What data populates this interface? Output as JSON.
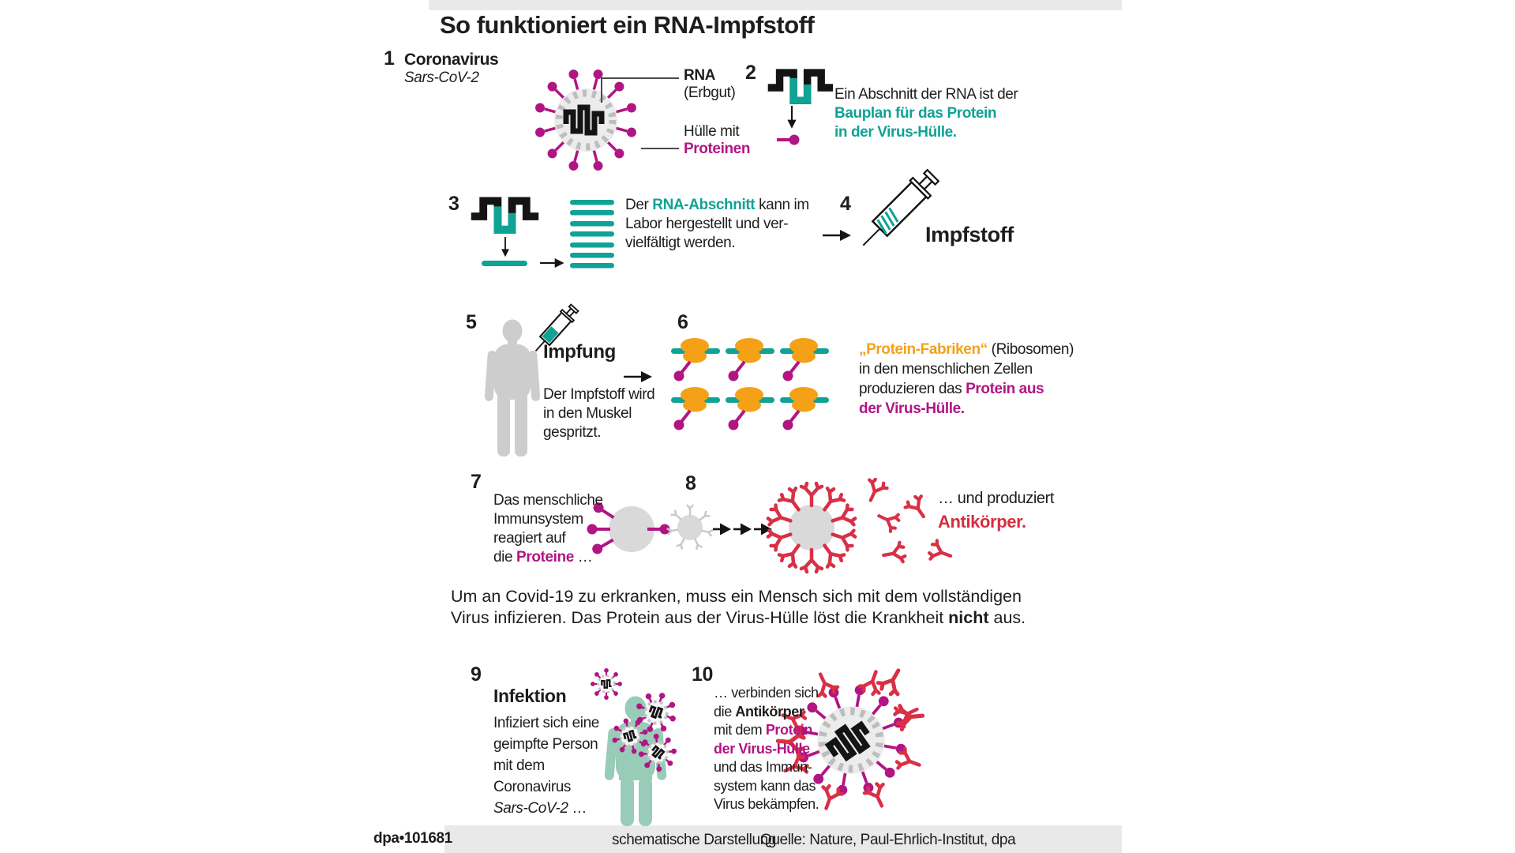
{
  "title": "So funktioniert ein RNA-Impfstoff",
  "steps": {
    "s1": {
      "num": "1",
      "title": "Coronavirus",
      "subtitle": "Sars-CoV-2",
      "label_rna": "RNA",
      "label_rna_sub": "(Erbgut)",
      "label_shell_1": "Hülle mit",
      "label_shell_2": "Proteinen"
    },
    "s2": {
      "num": "2",
      "line1": "Ein Abschnitt der RNA ist der",
      "line2": "Bauplan für das Protein",
      "line3": "in der Virus-Hülle."
    },
    "s3": {
      "num": "3",
      "line1_a": "Der ",
      "line1_b": "RNA-Abschnitt",
      "line1_c": " kann im",
      "line2": "Labor hergestellt und ver-",
      "line3": "vielfältigt werden."
    },
    "s4": {
      "num": "4",
      "label": "Impfstoff"
    },
    "s5": {
      "num": "5",
      "title": "Impfung",
      "line1": "Der Impfstoff wird",
      "line2": "in den Muskel",
      "line3": "gespritzt."
    },
    "s6": {
      "num": "6",
      "line1_a": "„Protein-Fabriken“",
      "line1_b": " (Ribosomen)",
      "line2": "in den menschlichen Zellen",
      "line3_a": "produzieren das ",
      "line3_b": "Protein aus",
      "line4": "der Virus-Hülle."
    },
    "s7": {
      "num": "7",
      "line1": "Das menschliche",
      "line2": "Immunsystem",
      "line3": "reagiert auf",
      "line4_a": "die ",
      "line4_b": "Proteine",
      "line4_c": " …"
    },
    "s8": {
      "num": "8",
      "line1": "… und produziert",
      "line2": "Antikörper."
    },
    "s9": {
      "num": "9",
      "title": "Infektion",
      "line1": "Infiziert sich eine",
      "line2": "geimpfte Person",
      "line3": "mit dem",
      "line4": "Coronavirus",
      "line5_a": "Sars-CoV-2",
      "line5_b": " …"
    },
    "s10": {
      "num": "10",
      "line1": "… verbinden sich",
      "line2_a": "die ",
      "line2_b": "Antikörper",
      "line3_a": "mit dem ",
      "line3_b": "Protein",
      "line4": "der Virus-Hülle",
      "line5": "und das Immun-",
      "line6": "system kann das",
      "line7": "Virus bekämpfen."
    }
  },
  "note": {
    "line1": "Um an Covid-19 zu erkranken, muss ein Mensch sich mit dem vollständigen",
    "line2_a": "Virus infizieren. Das Protein aus der Virus-Hülle löst die Krankheit ",
    "line2_b": "nicht",
    "line2_c": " aus."
  },
  "footer": {
    "credit": "dpa•101681",
    "label": "schematische Darstellung",
    "source": "Quelle: Nature, Paul-Ehrlich-Institut, dpa"
  },
  "colors": {
    "teal": "#0fa295",
    "magenta": "#b11583",
    "orange": "#f4a118",
    "red": "#d93046",
    "gray_figure": "#cdcdcd",
    "gray_cell": "#d9d9d9",
    "teal_figure": "#98ccb8",
    "bar_gray": "#e9e9e9",
    "text": "#1d1d1b"
  },
  "icons": [
    "coronavirus-icon",
    "rna-segment-icon",
    "protein-icon",
    "arrow-icon",
    "rna-copies-stack-icon",
    "syringe-icon",
    "patient-silhouette-icon",
    "ribosome-icon",
    "immune-cell-icon",
    "antibody-icon",
    "infected-person-icon"
  ]
}
